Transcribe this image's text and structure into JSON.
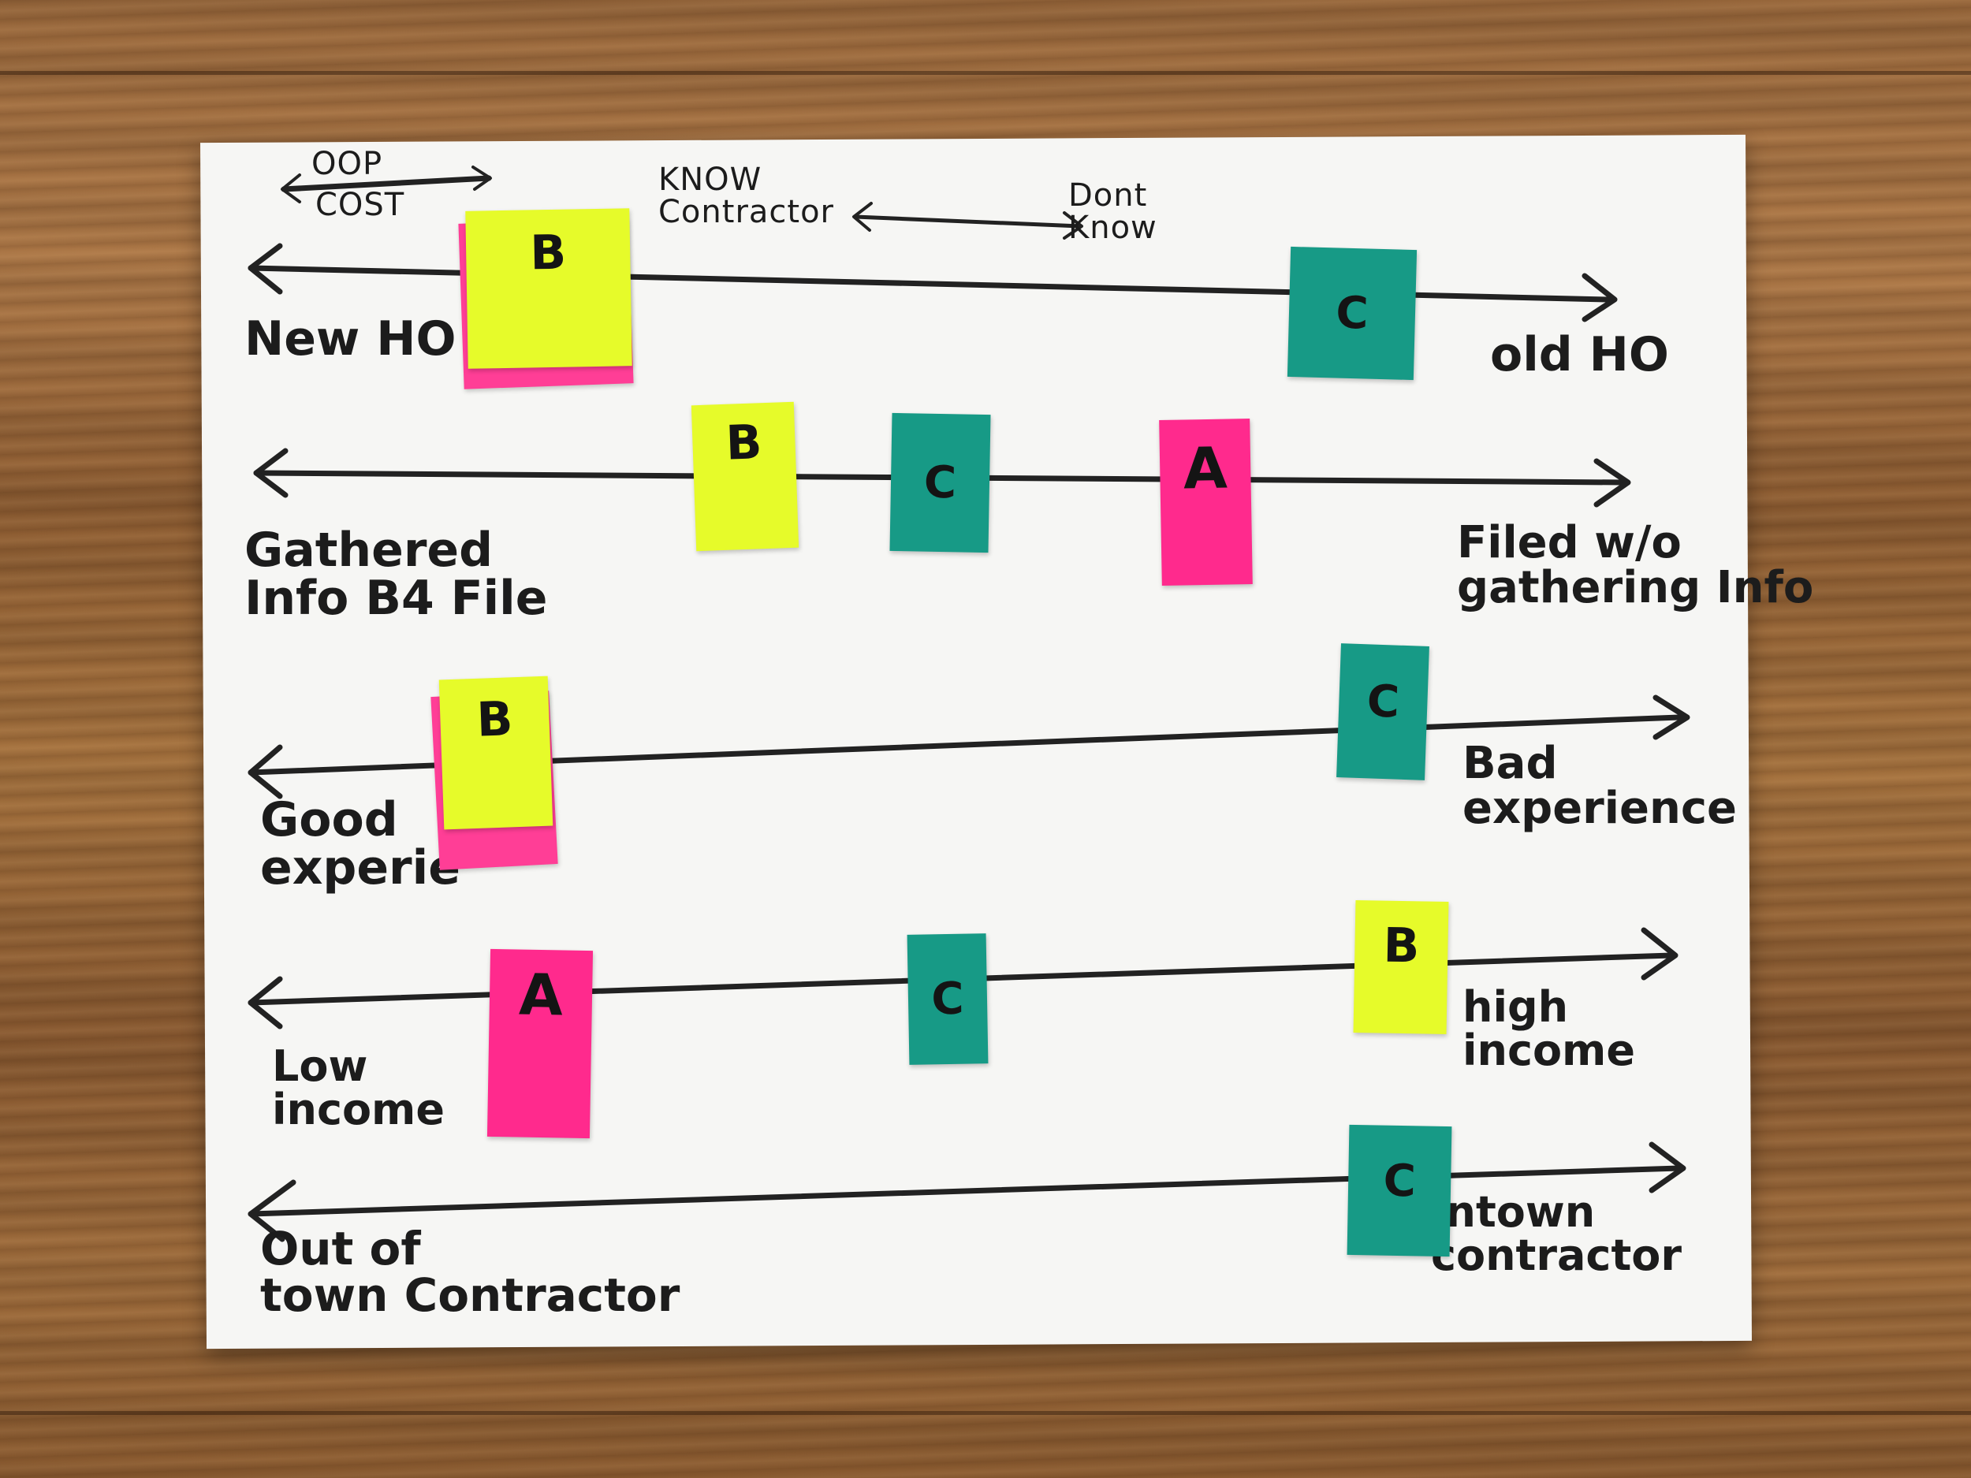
{
  "header": {
    "oop_cost": {
      "top": "OOP",
      "bottom": "COST"
    },
    "know_contractor": "KNOW\nContractor",
    "dont_know": "Dont\nKnow"
  },
  "rows": [
    {
      "left_label": "New HO",
      "right_label": "old HO",
      "notes": [
        {
          "label": "B",
          "color": "yellow"
        },
        {
          "label": "C",
          "color": "teal"
        }
      ]
    },
    {
      "left_label": "Gathered\nInfo B4 File",
      "right_label": "Filed w/o\ngathering Info",
      "notes": [
        {
          "label": "B",
          "color": "yellow"
        },
        {
          "label": "C",
          "color": "teal"
        },
        {
          "label": "A",
          "color": "pink"
        }
      ]
    },
    {
      "left_label": "Good\nexperie",
      "right_label": "Bad\nexperience",
      "notes": [
        {
          "label": "B",
          "color": "yellow"
        },
        {
          "label": "C",
          "color": "teal"
        }
      ]
    },
    {
      "left_label": "Low\nincome",
      "right_label": "high\nincome",
      "notes": [
        {
          "label": "A",
          "color": "pink"
        },
        {
          "label": "C",
          "color": "teal"
        },
        {
          "label": "B",
          "color": "yellow"
        }
      ]
    },
    {
      "left_label": "Out of\ntown Contractor",
      "right_label": "intown\ncontractor",
      "notes": [
        {
          "label": "C",
          "color": "teal"
        }
      ]
    }
  ]
}
